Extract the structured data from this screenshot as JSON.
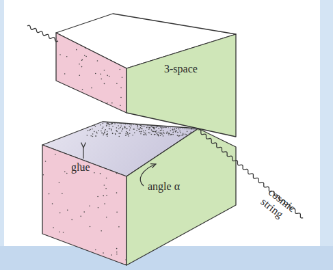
{
  "diagram": {
    "labels": [
      "3-space",
      "glue",
      "angle α",
      "cosmic string"
    ]
  }
}
